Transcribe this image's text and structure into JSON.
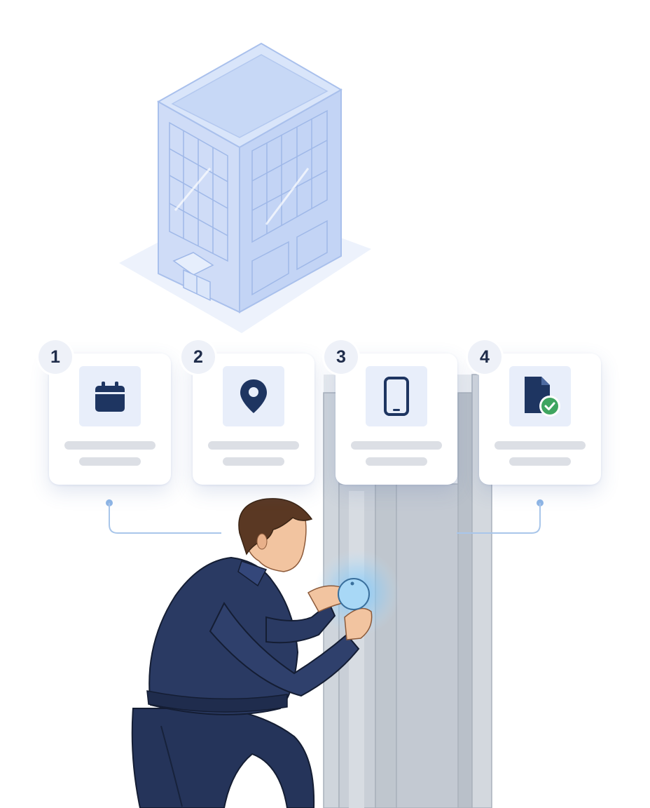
{
  "colors": {
    "icon_navy": "#1e3561",
    "tile_bg": "#e8eefa",
    "building_blue": "#c9daf8",
    "door_gray": "#c3c9d2",
    "uniform_navy": "#25345a",
    "check_green": "#3fa560",
    "connector_blue": "#9bbde6"
  },
  "steps": [
    {
      "number": "1",
      "icon": "calendar-icon"
    },
    {
      "number": "2",
      "icon": "location-pin-icon"
    },
    {
      "number": "3",
      "icon": "smartphone-icon"
    },
    {
      "number": "4",
      "icon": "document-check-icon"
    }
  ]
}
